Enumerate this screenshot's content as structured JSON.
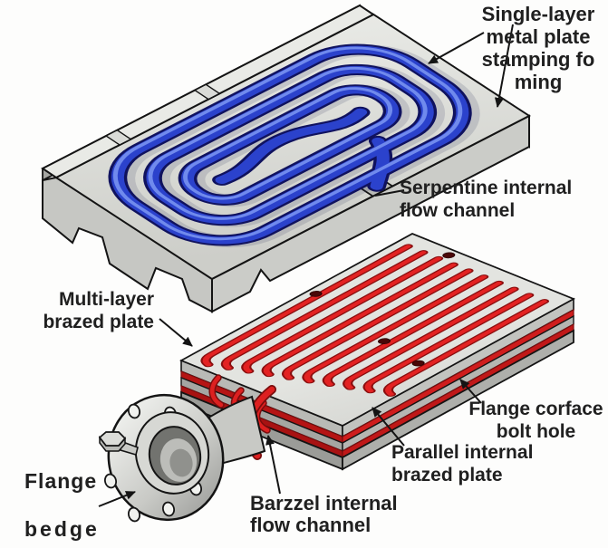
{
  "labels": {
    "single_layer": {
      "text": "Single-layer\nmetal plate\nstamping fo\nming"
    },
    "serpentine": {
      "text": "Serpentine internal\nflow channel"
    },
    "multi_layer": {
      "text": "Multi-layer\nbrazed plate"
    },
    "flange_corface d": {
      "text": ""
    },
    "flange_corface": {
      "text": "Flange corface\nbolt hole"
    },
    "parallel": {
      "text": "Parallel internal\nbrazed plate"
    },
    "barzzel": {
      "text": "Barzzel internal\nflow channel"
    },
    "flange_bedge": {
      "line1": "Flange",
      "line2": "bedge"
    }
  },
  "diagram": {
    "red_channel_count": 10,
    "flange_bolt_hole_count": 8,
    "top_plate_hole_count": 4,
    "serpentine_loop_count": 3
  },
  "colors": {
    "channel_blue": "#2b42cc",
    "channel_blue_dark": "#10125e",
    "channel_red": "#e32222",
    "channel_red_dark": "#8a0f0f",
    "plate_grey": "#d8d9d5",
    "outline": "#141414",
    "label_text": "#202020",
    "background": "#fdfdfc"
  }
}
